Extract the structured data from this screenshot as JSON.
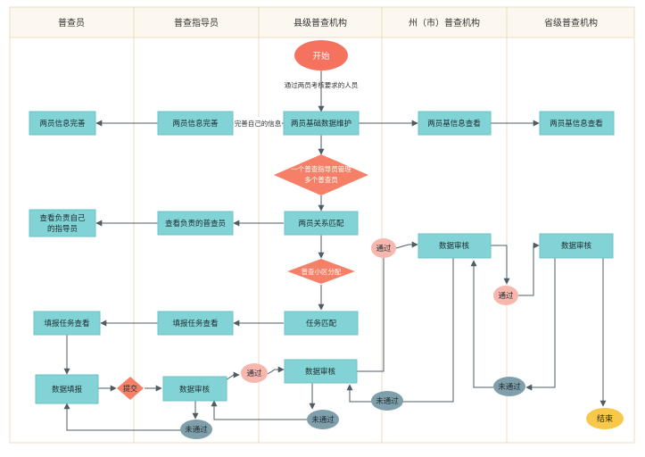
{
  "lanes": [
    "普查员",
    "普查指导员",
    "县级普查机构",
    "州（市）普查机构",
    "省级普查机构"
  ],
  "nodes": {
    "start": "开始",
    "end": "结束",
    "county_maintain": "两员基础数据维护",
    "guide_complete": "两员信息完善",
    "enum_complete": "两员信息完善",
    "pref_view": "两员基信息查看",
    "prov_view": "两员基信息查看",
    "decision_manage_1": "一个普查指导员管理",
    "decision_manage_2": "多个普查员",
    "county_match": "两员关系匹配",
    "guide_view_enums": "查看负责的普查员",
    "enum_view_guide_1": "查看负责自己",
    "enum_view_guide_2": "的指导员",
    "decision_area": "普查小区分配",
    "county_task": "任务匹配",
    "guide_task": "填报任务查看",
    "enum_task": "填报任务查看",
    "enum_fill": "数据填报",
    "submit": "提交",
    "guide_review": "数据审核",
    "county_review": "数据审核",
    "pref_review": "数据审核",
    "prov_review": "数据审核",
    "pass_guide": "通过",
    "pass_county": "通过",
    "pass_pref": "通过",
    "fail_guide": "未通过",
    "fail_county": "未通过",
    "fail_pref": "未通过",
    "fail_prov": "未通过"
  },
  "edge_labels": {
    "start_to_maintain": "通过两员考核要求的人员",
    "maintain_to_guide": "完善自己的信息"
  },
  "colors": {
    "box": "#82d3d6",
    "box_border": "#6cc3c7",
    "decision": "#f67f68",
    "start": "#f5735e",
    "end": "#f8c84a",
    "pass": "#f7b6ae",
    "fail": "#7f9fab",
    "line": "#4f5d63",
    "lane_border": "#ecdcc3",
    "header_bg": "#fdf8ef"
  }
}
